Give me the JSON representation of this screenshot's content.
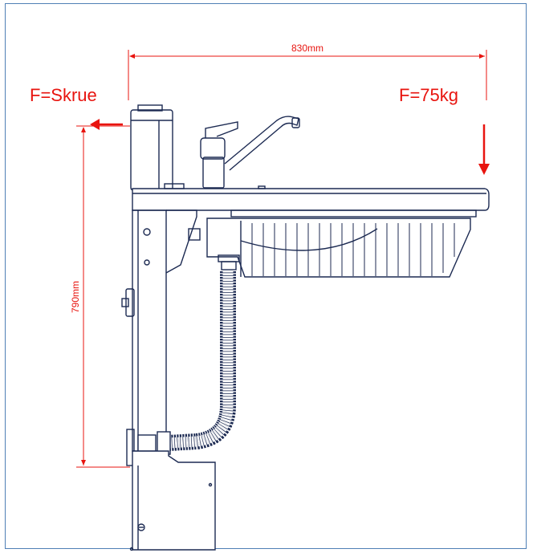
{
  "dimensions": {
    "width_label": "830mm",
    "height_label": "790mm"
  },
  "forces": {
    "left_label": "F=Skrue",
    "right_label": "F=75kg"
  },
  "colors": {
    "dimension": "#e8140f",
    "drawing": "#1c2a52",
    "frame": "#4f7fb5"
  }
}
